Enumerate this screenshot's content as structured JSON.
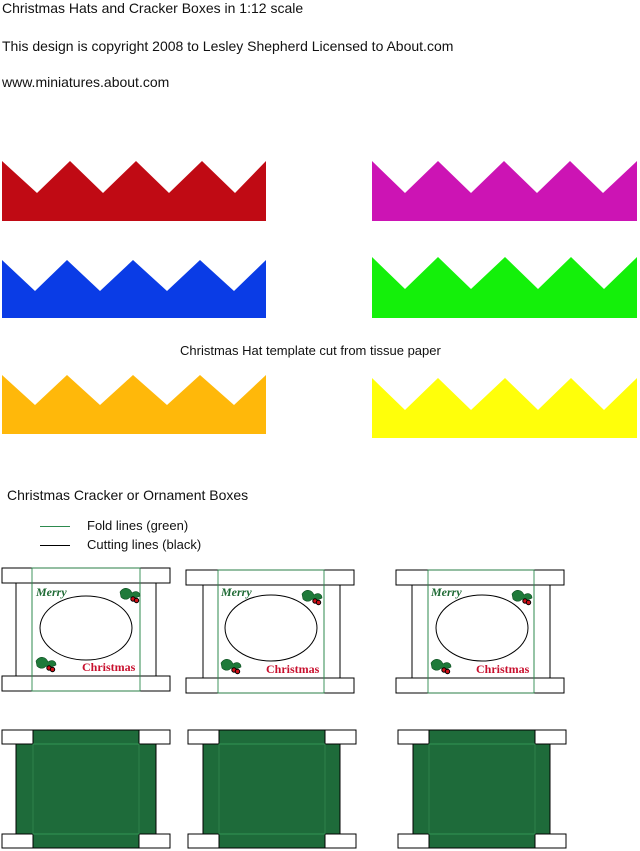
{
  "header": {
    "title": "Christmas Hats and Cracker Boxes in 1:12 scale",
    "copyright": "This design is copyright 2008 to Lesley Shepherd Licensed to About.com",
    "url": "www.miniatures.about.com"
  },
  "hats": {
    "caption": "Christmas Hat  template  cut from tissue paper",
    "colors": [
      "#c00a14",
      "#cc14b4",
      "#0a3ce6",
      "#14f00a",
      "#ffb80a",
      "#ffff0a"
    ]
  },
  "boxes": {
    "section_title": "Christmas Cracker or Ornament Boxes",
    "legend": {
      "fold_label": "Fold lines (green)",
      "cut_label": "Cutting lines (black)",
      "fold_color": "#2d8a4e",
      "cut_color": "#000000"
    },
    "greeting_top": "Merry",
    "greeting_bottom": "Christmas",
    "greeting_color": "#c8102e",
    "merry_color": "#1f6b35",
    "panel_color": "#1e6b3a"
  }
}
